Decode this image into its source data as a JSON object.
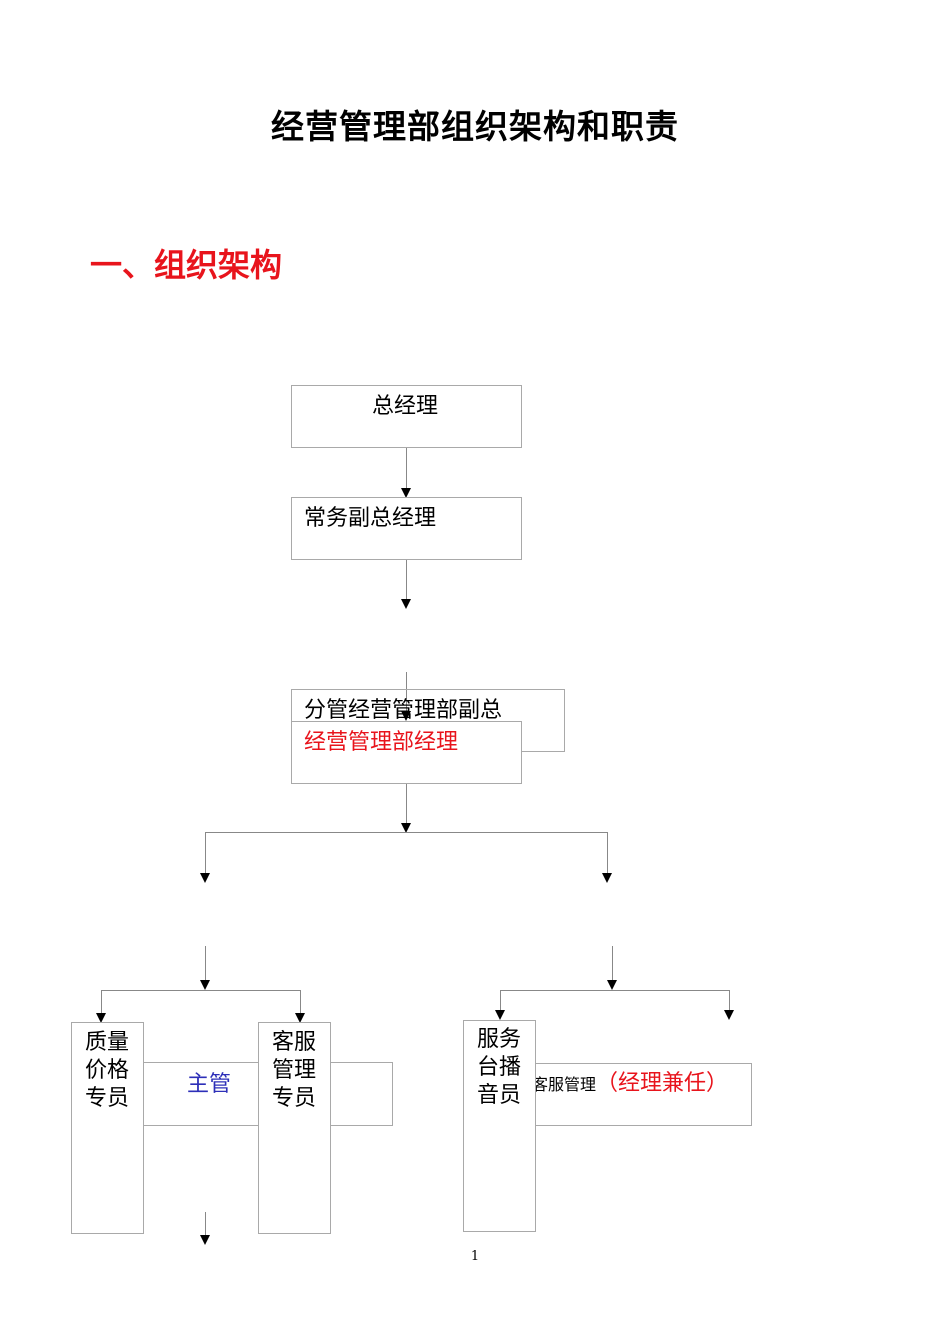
{
  "title": "经营管理部组织架构和职责",
  "section_heading": "一、组织架构",
  "org": {
    "gm": "总经理",
    "exec_vp": "常务副总经理",
    "vp_ops": "分管经营管理部副总",
    "dept_mgr": "经营管理部经理",
    "supervisor": "主管",
    "quality_price": "质量价格专员",
    "cs_specialist": "客服管理专员",
    "service_desk": "服务台播音员",
    "cs_mgmt_prefix": "客服管理",
    "cs_mgmt_suffix": "（经理兼任）"
  },
  "page_number": "1"
}
